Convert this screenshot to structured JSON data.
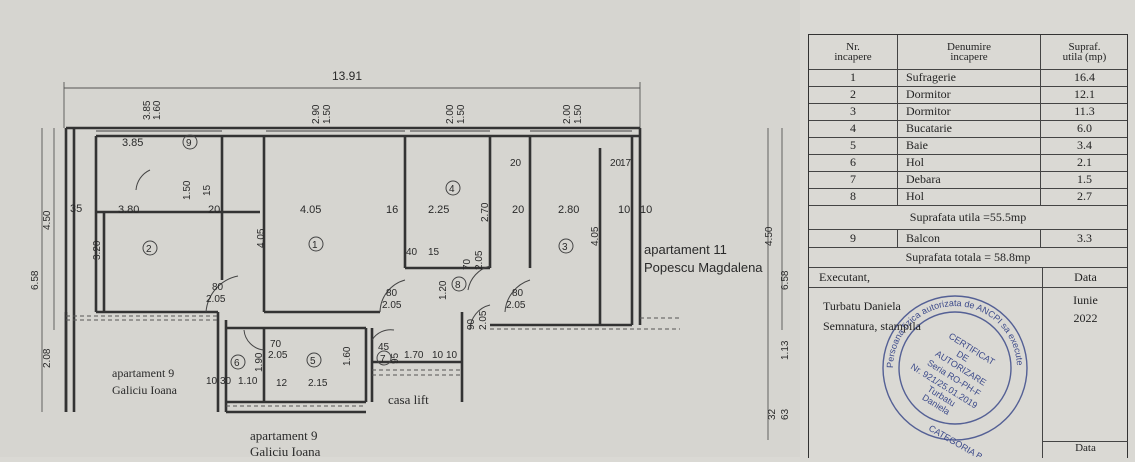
{
  "plan": {
    "total_length": "13.91",
    "top_dims": [
      "3.85",
      "1.60",
      "2.90",
      "1.50",
      "2.00",
      "1.50",
      "2.00",
      "1.50"
    ],
    "row_dims": [
      "3.85",
      "3.80",
      "20",
      "4.05",
      "16",
      "2.25",
      "20",
      "2.80",
      "10",
      "10",
      "35"
    ],
    "vertical_dims": [
      "4.05",
      "2.70",
      "4.05",
      "3.20",
      "1.20",
      "1.50",
      "15",
      "4.50",
      "6.58",
      "2.08",
      "4.50",
      "6.58",
      "1.13",
      "32",
      "63"
    ],
    "small_dims": [
      "80",
      "2.05",
      "80",
      "2.05",
      "80",
      "2.05",
      "40",
      "15",
      "70",
      "2.05",
      "70",
      "2.05",
      "90",
      "2.05",
      "1.70",
      "10",
      "10",
      "45",
      "95",
      "1.60",
      "1.90",
      "2.15",
      "12",
      "10",
      "30",
      "1.10",
      "20",
      "20",
      "17"
    ],
    "room_markers": [
      "9",
      "2",
      "1",
      "4",
      "3",
      "8",
      "6",
      "5",
      "7"
    ],
    "labels": {
      "apt11_line1": "apartament 11",
      "apt11_line2": "Popescu Magdalena",
      "apt9_left_line1": "apartament 9",
      "apt9_left_line2": "Galiciu Ioana",
      "apt9_bottom_line1": "apartament 9",
      "apt9_bottom_line2": "Galiciu Ioana",
      "lift": "casa lift"
    }
  },
  "table": {
    "headers": {
      "nr": "Nr.\nincapere",
      "name": "Denumire\nincapere",
      "area": "Supraf.\nutila (mp)"
    },
    "rooms": [
      {
        "nr": "1",
        "name": "Sufragerie",
        "area": "16.4"
      },
      {
        "nr": "2",
        "name": "Dormitor",
        "area": "12.1"
      },
      {
        "nr": "3",
        "name": "Dormitor",
        "area": "11.3"
      },
      {
        "nr": "4",
        "name": "Bucatarie",
        "area": "6.0"
      },
      {
        "nr": "5",
        "name": "Baie",
        "area": "3.4"
      },
      {
        "nr": "6",
        "name": "Hol",
        "area": "2.1"
      },
      {
        "nr": "7",
        "name": "Debara",
        "area": "1.5"
      },
      {
        "nr": "8",
        "name": "Hol",
        "area": "2.7"
      }
    ],
    "useful_total": "Suprafata utila =55.5mp",
    "balcony": {
      "nr": "9",
      "name": "Balcon",
      "area": "3.3"
    },
    "grand_total": "Suprafata totala = 58.8mp",
    "executant_label": "Executant,",
    "date_label": "Data",
    "executant_name": "Turbatu Daniela",
    "signature_label": "Semnatura, stampila",
    "date_value_line1": "Iunie",
    "date_value_line2": "2022",
    "bottom_date_label": "Data"
  },
  "stamp": {
    "ring_text": "Persoana fizica autorizata de ANCPI sa execute lucrari de cadastru, geodezie si cartografie",
    "center_lines": [
      "CERTIFICAT",
      "DE",
      "AUTORIZARE",
      "Seria RO-PH-F",
      "Nr. 921/25.01.2019",
      "Turbatu",
      "Daniela"
    ],
    "bottom": "CATEGORIA B"
  },
  "colors": {
    "paper": "#dad9d4",
    "ink": "#2a2a2a",
    "stamp": "#3c4a8a"
  }
}
